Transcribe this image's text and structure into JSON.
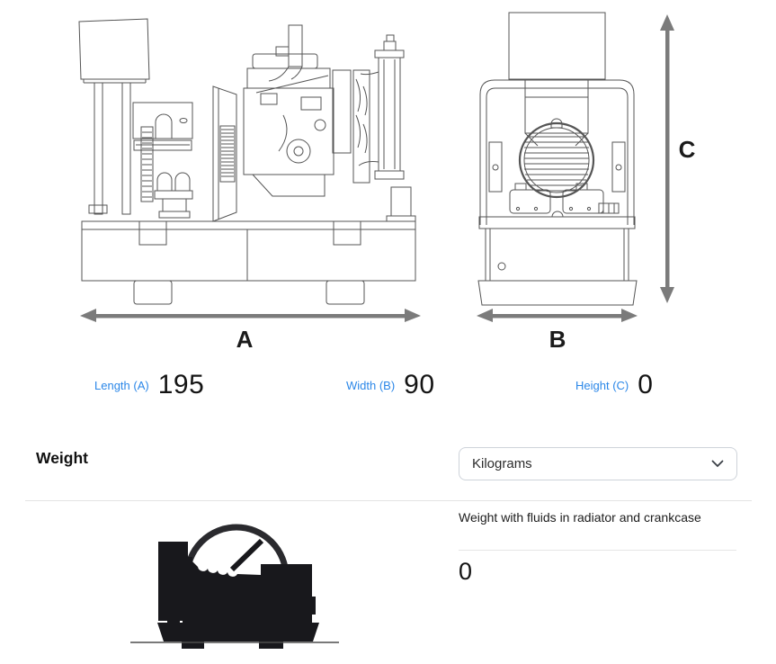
{
  "dimensions_section": {
    "side_view_label": "A",
    "front_view_width_label": "B",
    "front_view_height_label": "C",
    "fields": [
      {
        "label": "Length (A)",
        "value": "195"
      },
      {
        "label": "Width (B)",
        "value": "90"
      },
      {
        "label": "Height (C)",
        "value": "0"
      }
    ]
  },
  "weight_section": {
    "heading": "Weight",
    "unit_dropdown": {
      "selected": "Kilograms",
      "icon": "chevron-down-icon"
    },
    "rows": [
      {
        "label": "Weight with fluids in radiator and crankcase",
        "value": "0"
      }
    ],
    "icon": "generator-weight-icon"
  },
  "colors": {
    "label_blue": "#2b87e8",
    "value_text": "#141414",
    "arrow_gray": "#7b7b7b",
    "drawing_line": "#555555",
    "divider": "#e3e3e3",
    "dropdown_border": "#ced3da",
    "icon_black": "#18181c"
  }
}
